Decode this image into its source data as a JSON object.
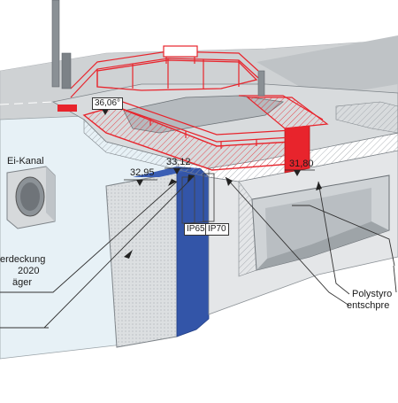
{
  "labels": {
    "ei_kanal": "Ei-Kanal",
    "deckung_1": "erdeckung",
    "deckung_2": "2020",
    "deckung_3": "äger",
    "polystyrol_1": "Polystyro",
    "polystyrol_2": "entschpre"
  },
  "dimensions": {
    "angle": "36,06°",
    "level_left": "32,95",
    "level_center": "33,12",
    "level_right": "31,80",
    "ip65": "IP65",
    "ip70": "IP70"
  },
  "colors": {
    "railing": "#e8242c",
    "wall_blue": "#3355a8",
    "concrete": "#e8eaec"
  }
}
